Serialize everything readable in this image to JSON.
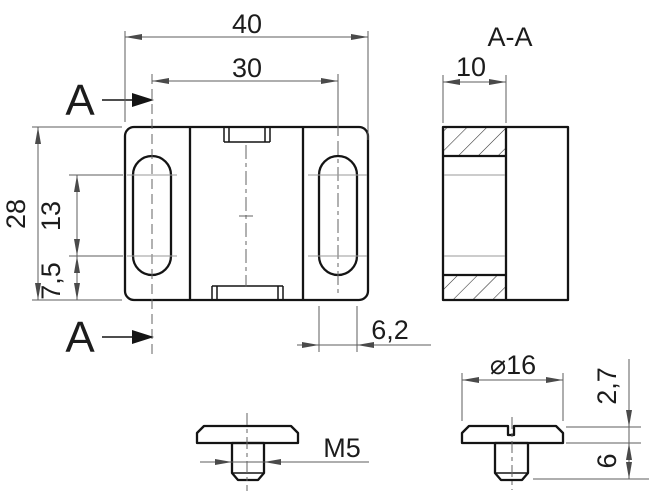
{
  "drawing": {
    "labels": {
      "section_title": "A-A",
      "cut_arrow_letter": "A"
    },
    "dimensions": {
      "overall_width": "40",
      "slot_center_spacing": "30",
      "overall_height": "28",
      "slot_centers_length": "13",
      "slot_bottom_offset": "7,5",
      "slot_width": "6,2",
      "flange_thickness": "10",
      "screw_head_diameter": "⌀16",
      "screw_head_height": "2,7",
      "screw_shank_length": "6",
      "screw_thread": "M5"
    },
    "colors": {
      "outline_ink": "#141414",
      "dimension_ink": "#5e5e5e",
      "background": "#ffffff"
    }
  }
}
